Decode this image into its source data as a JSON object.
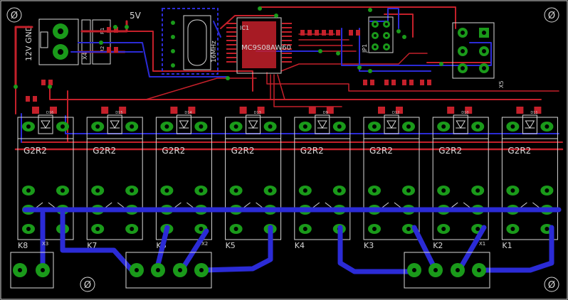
{
  "board": {
    "colors": {
      "background": "#000000",
      "top_copper": "#c4202a",
      "bottom_copper": "#2b2bd6",
      "pads": "#1a9a1a",
      "silkscreen": "#d8d8d8",
      "highlight": "#2b2bd6"
    },
    "labels": {
      "power_in": "12V GND",
      "power_conn": "X4",
      "voltage_5v": "5V",
      "resistor_r1": "R1",
      "resistor_r2": "R2",
      "crystal": "16MHz",
      "mcu": "MC9S08AW60",
      "mcu_ref": "IC1",
      "jumper": "JP1",
      "connector_x5": "X5",
      "relay_x1": "X1",
      "relay_x2": "X2",
      "relay_x3": "X3"
    },
    "relays": [
      {
        "type": "G2R2",
        "name": "K8",
        "diode": "D16"
      },
      {
        "type": "G2R2",
        "name": "K7",
        "diode": "D15"
      },
      {
        "type": "G2R2",
        "name": "K6",
        "diode": "D14"
      },
      {
        "type": "G2R2",
        "name": "K5",
        "diode": "D13"
      },
      {
        "type": "G2R2",
        "name": "K4",
        "diode": "D9"
      },
      {
        "type": "G2R2",
        "name": "K3",
        "diode": "D12"
      },
      {
        "type": "G2R2",
        "name": "K2",
        "diode": "D10"
      },
      {
        "type": "G2R2",
        "name": "K1",
        "diode": "D11"
      }
    ],
    "mount_holes": [
      "Ø",
      "Ø",
      "Ø",
      "Ø"
    ]
  }
}
